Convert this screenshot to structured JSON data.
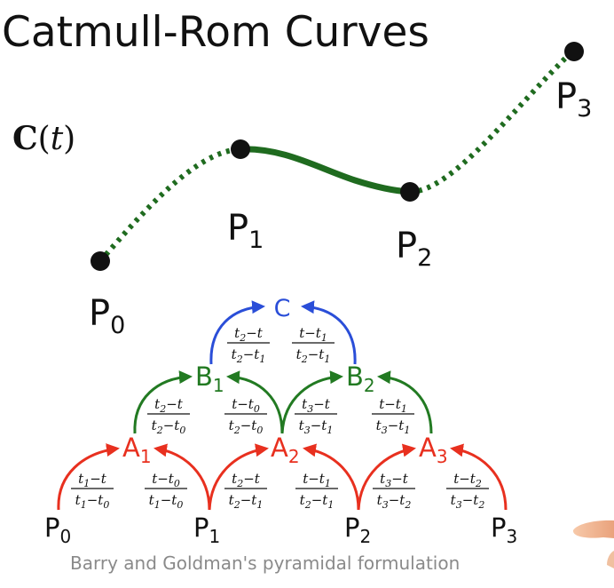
{
  "title": "Catmull-Rom Curves",
  "curve_label": {
    "main": "C",
    "paren_open": "(",
    "var": "t",
    "paren_close": ")"
  },
  "control_points": [
    {
      "base": "P",
      "sub": "0"
    },
    {
      "base": "P",
      "sub": "1"
    },
    {
      "base": "P",
      "sub": "2"
    },
    {
      "base": "P",
      "sub": "3"
    }
  ],
  "pyramid": {
    "top": "C",
    "level_b": [
      {
        "base": "B",
        "sub": "1"
      },
      {
        "base": "B",
        "sub": "2"
      }
    ],
    "level_a": [
      {
        "base": "A",
        "sub": "1"
      },
      {
        "base": "A",
        "sub": "2"
      },
      {
        "base": "A",
        "sub": "3"
      }
    ],
    "bottom": [
      {
        "base": "P",
        "sub": "0"
      },
      {
        "base": "P",
        "sub": "1"
      },
      {
        "base": "P",
        "sub": "2"
      },
      {
        "base": "P",
        "sub": "3"
      }
    ],
    "weights_c": [
      {
        "num": [
          "t",
          "2",
          "−t",
          ""
        ],
        "den": [
          "t",
          "2",
          "−t",
          "1"
        ]
      },
      {
        "num": [
          "t−t",
          "1",
          "",
          ""
        ],
        "den": [
          "t",
          "2",
          "−t",
          "1"
        ]
      }
    ],
    "weights_b": [
      {
        "num": [
          "t",
          "2",
          "−t",
          ""
        ],
        "den": [
          "t",
          "2",
          "−t",
          "0"
        ]
      },
      {
        "num": [
          "t−t",
          "0",
          "",
          ""
        ],
        "den": [
          "t",
          "2",
          "−t",
          "0"
        ]
      },
      {
        "num": [
          "t",
          "3",
          "−t",
          ""
        ],
        "den": [
          "t",
          "3",
          "−t",
          "1"
        ]
      },
      {
        "num": [
          "t−t",
          "1",
          "",
          ""
        ],
        "den": [
          "t",
          "3",
          "−t",
          "1"
        ]
      }
    ],
    "weights_a": [
      {
        "num": [
          "t",
          "1",
          "−t",
          ""
        ],
        "den": [
          "t",
          "1",
          "−t",
          "0"
        ]
      },
      {
        "num": [
          "t−t",
          "0",
          "",
          ""
        ],
        "den": [
          "t",
          "1",
          "−t",
          "0"
        ]
      },
      {
        "num": [
          "t",
          "2",
          "−t",
          ""
        ],
        "den": [
          "t",
          "2",
          "−t",
          "1"
        ]
      },
      {
        "num": [
          "t−t",
          "1",
          "",
          ""
        ],
        "den": [
          "t",
          "2",
          "−t",
          "1"
        ]
      },
      {
        "num": [
          "t",
          "3",
          "−t",
          ""
        ],
        "den": [
          "t",
          "3",
          "−t",
          "2"
        ]
      },
      {
        "num": [
          "t−t",
          "2",
          "",
          ""
        ],
        "den": [
          "t",
          "3",
          "−t",
          "2"
        ]
      }
    ]
  },
  "caption": "Barry and Goldman's pyramidal formulation",
  "colors": {
    "curve": "#1f6b1f",
    "point": "#111111",
    "red": "#e8301f",
    "green": "#227a22",
    "blue": "#2a4ed8",
    "text": "#111111",
    "caption": "#8a8a8a",
    "hand": "#f4b48e"
  }
}
